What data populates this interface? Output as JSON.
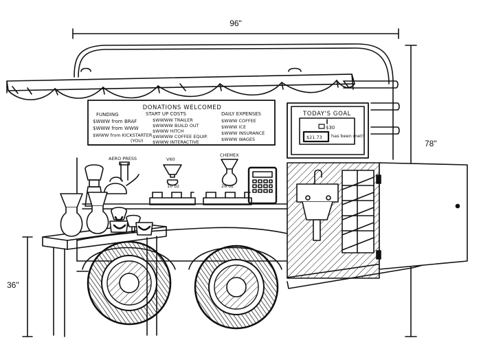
{
  "dimensions": {
    "width_label": "96\"",
    "height_label": "78\"",
    "table_height_label": "36\""
  },
  "menu_board": {
    "title": "DONATIONS WELCOMED",
    "funding": {
      "heading": "FUNDING",
      "lines": [
        "$WWW from BRAF",
        "$WWW from WWW",
        "$WWW from KICKSTARTER",
        "(YOU)"
      ]
    },
    "startup_costs": {
      "heading": "START UP COSTS",
      "lines": [
        "$WWWW TRAILER",
        "$WWWW BUILD OUT",
        "$WWW HITCH",
        "$WWWW COFFEE EQUIP.",
        "$WWW INTERACTIVE"
      ]
    },
    "daily_expenses": {
      "heading": "DAILY EXPENSES",
      "lines": [
        "$WWW COFFEE",
        "$WWW ICE",
        "$WWW INSURANCE",
        "$WWW WAGES"
      ]
    }
  },
  "goal_board": {
    "title": "TODAY'S GOAL",
    "goal_amount": "$30",
    "raised_amount": "$21.73",
    "raised_caption": "has been met!"
  },
  "equipment_labels": {
    "aeropress": "AERO PRESS",
    "v60": "V60",
    "v60_size": "10 oz",
    "chemex": "CHEMEX",
    "chemex_size": "26 oz"
  }
}
